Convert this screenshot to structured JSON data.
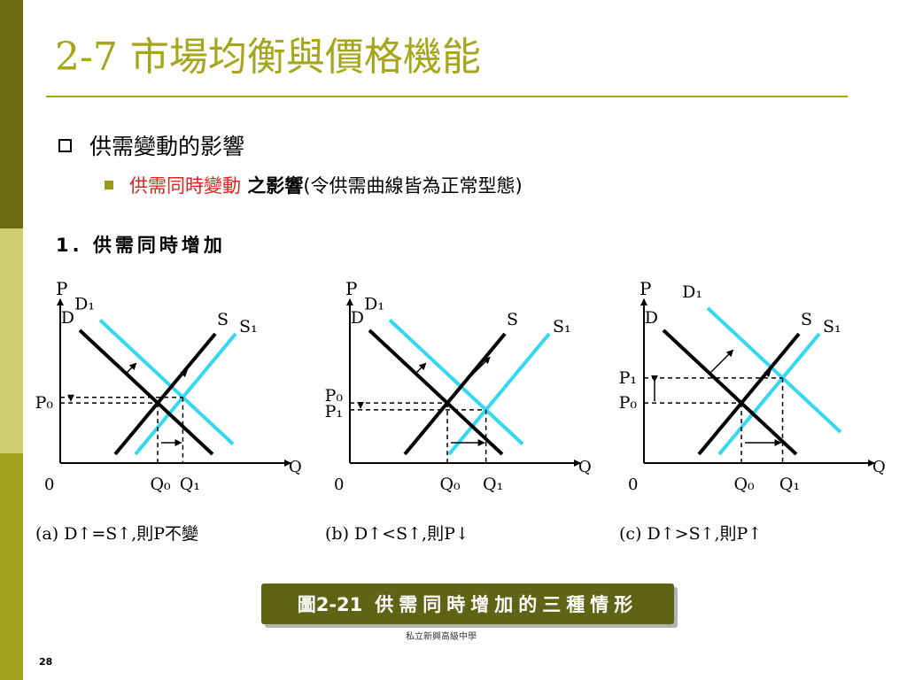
{
  "slide": {
    "title": "2-7  市場均衡與價格機能",
    "bullet_level1": "供需變動的影響",
    "bullet_level2": {
      "highlight": "供需同時變動",
      "bold_text": " 之影響",
      "rest": "(令供需曲線皆為正常型態)"
    },
    "sub_heading": "1. 供需同時增加",
    "caption": {
      "figure_number": "圖2-21",
      "figure_title": "供需同時增加的三種情形"
    },
    "footer_text": "私立新興高級中學",
    "slide_number": "28"
  },
  "colors": {
    "accent": "#a6a61a",
    "sidebar": [
      "#6b6b12",
      "#cfcf72",
      "#a3a322"
    ],
    "highlight_red": "#d9261c",
    "caption_bg": "#5f6415",
    "shifted_curve": "#33d9f0",
    "original_curve": "#000000"
  },
  "diagram": {
    "axis_labels": {
      "price": "P",
      "quantity": "Q",
      "origin": "0"
    },
    "panels": [
      {
        "id": "a",
        "caption": "(a) D↑=S↑,則P不變",
        "curve_labels": {
          "D": "D",
          "D1": "D₁",
          "S": "S",
          "S1": "S₁"
        },
        "price_labels": [
          "P₀"
        ],
        "quantity_labels": [
          "Q₀",
          "Q₁"
        ],
        "demand_shift": 23,
        "supply_shift": 23
      },
      {
        "id": "b",
        "caption": "(b) D↑<S↑,則P↓",
        "curve_labels": {
          "D": "D",
          "D1": "D₁",
          "S": "S",
          "S1": "S₁"
        },
        "price_labels": [
          "P₀",
          "P₁"
        ],
        "quantity_labels": [
          "Q₀",
          "Q₁"
        ],
        "demand_shift": 23,
        "supply_shift": 50
      },
      {
        "id": "c",
        "caption": "(c) D↑>S↑,則P↑",
        "curve_labels": {
          "D": "D",
          "D1": "D₁",
          "S": "S",
          "S1": "S₁"
        },
        "price_labels": [
          "P₀",
          "P₁"
        ],
        "quantity_labels": [
          "Q₀",
          "Q₁"
        ],
        "demand_shift": 50,
        "supply_shift": 23
      }
    ]
  }
}
